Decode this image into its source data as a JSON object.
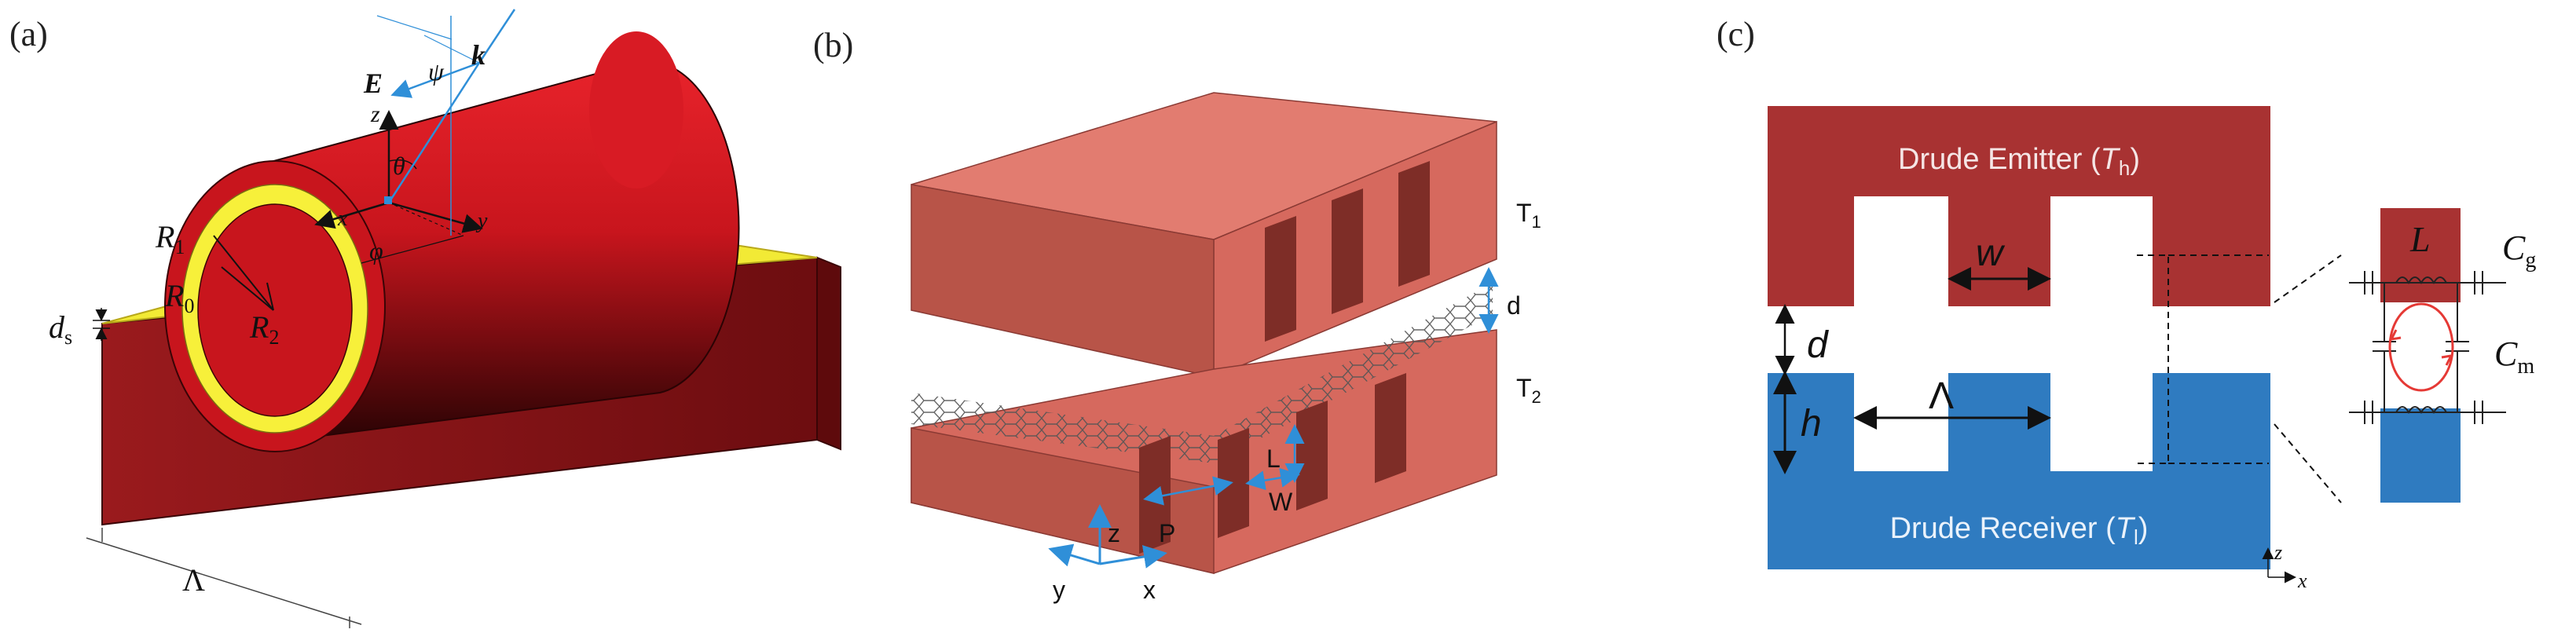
{
  "panels": {
    "a": {
      "label": "(a)",
      "E": "E",
      "k": "k",
      "psi": "ψ",
      "z": "z",
      "theta": "θ",
      "x": "x",
      "y": "y",
      "phi": "φ",
      "R1": "R",
      "R1_sub": "1",
      "R0": "R",
      "R0_sub": "0",
      "R2": "R",
      "R2_sub": "2",
      "ds": "d",
      "ds_sub": "s",
      "Lambda": "Λ"
    },
    "b": {
      "label": "(b)",
      "T1": "T",
      "T1_sub": "1",
      "T2": "T",
      "T2_sub": "2",
      "d": "d",
      "L": "L",
      "W": "W",
      "P": "P",
      "z": "z",
      "y": "y",
      "x": "x"
    },
    "c": {
      "label": "(c)",
      "emitter_prefix": "Drude Emitter (",
      "emitter_T": "T",
      "emitter_sub": "h",
      "emitter_suffix": ")",
      "receiver_prefix": "Drude Receiver (",
      "receiver_T": "T",
      "receiver_sub": "l",
      "receiver_suffix": ")",
      "w": "w",
      "d": "d",
      "h": "h",
      "Lambda": "Λ",
      "L": "L",
      "Cg": "C",
      "Cg_sub": "g",
      "Cm": "C",
      "Cm_sub": "m",
      "z": "z",
      "x": "x"
    }
  },
  "colors": {
    "cylinder_red": "#c0141c",
    "shell_yellow": "#f7f03a",
    "substrate_dark": "#8e1216",
    "substrate_top": "#f2ea35",
    "salmon": "#e0766a",
    "salmon_dark": "#a74a43",
    "emitter": "#a83232",
    "receiver": "#2f7bc0",
    "arrow_blue": "#2f8fd8"
  }
}
